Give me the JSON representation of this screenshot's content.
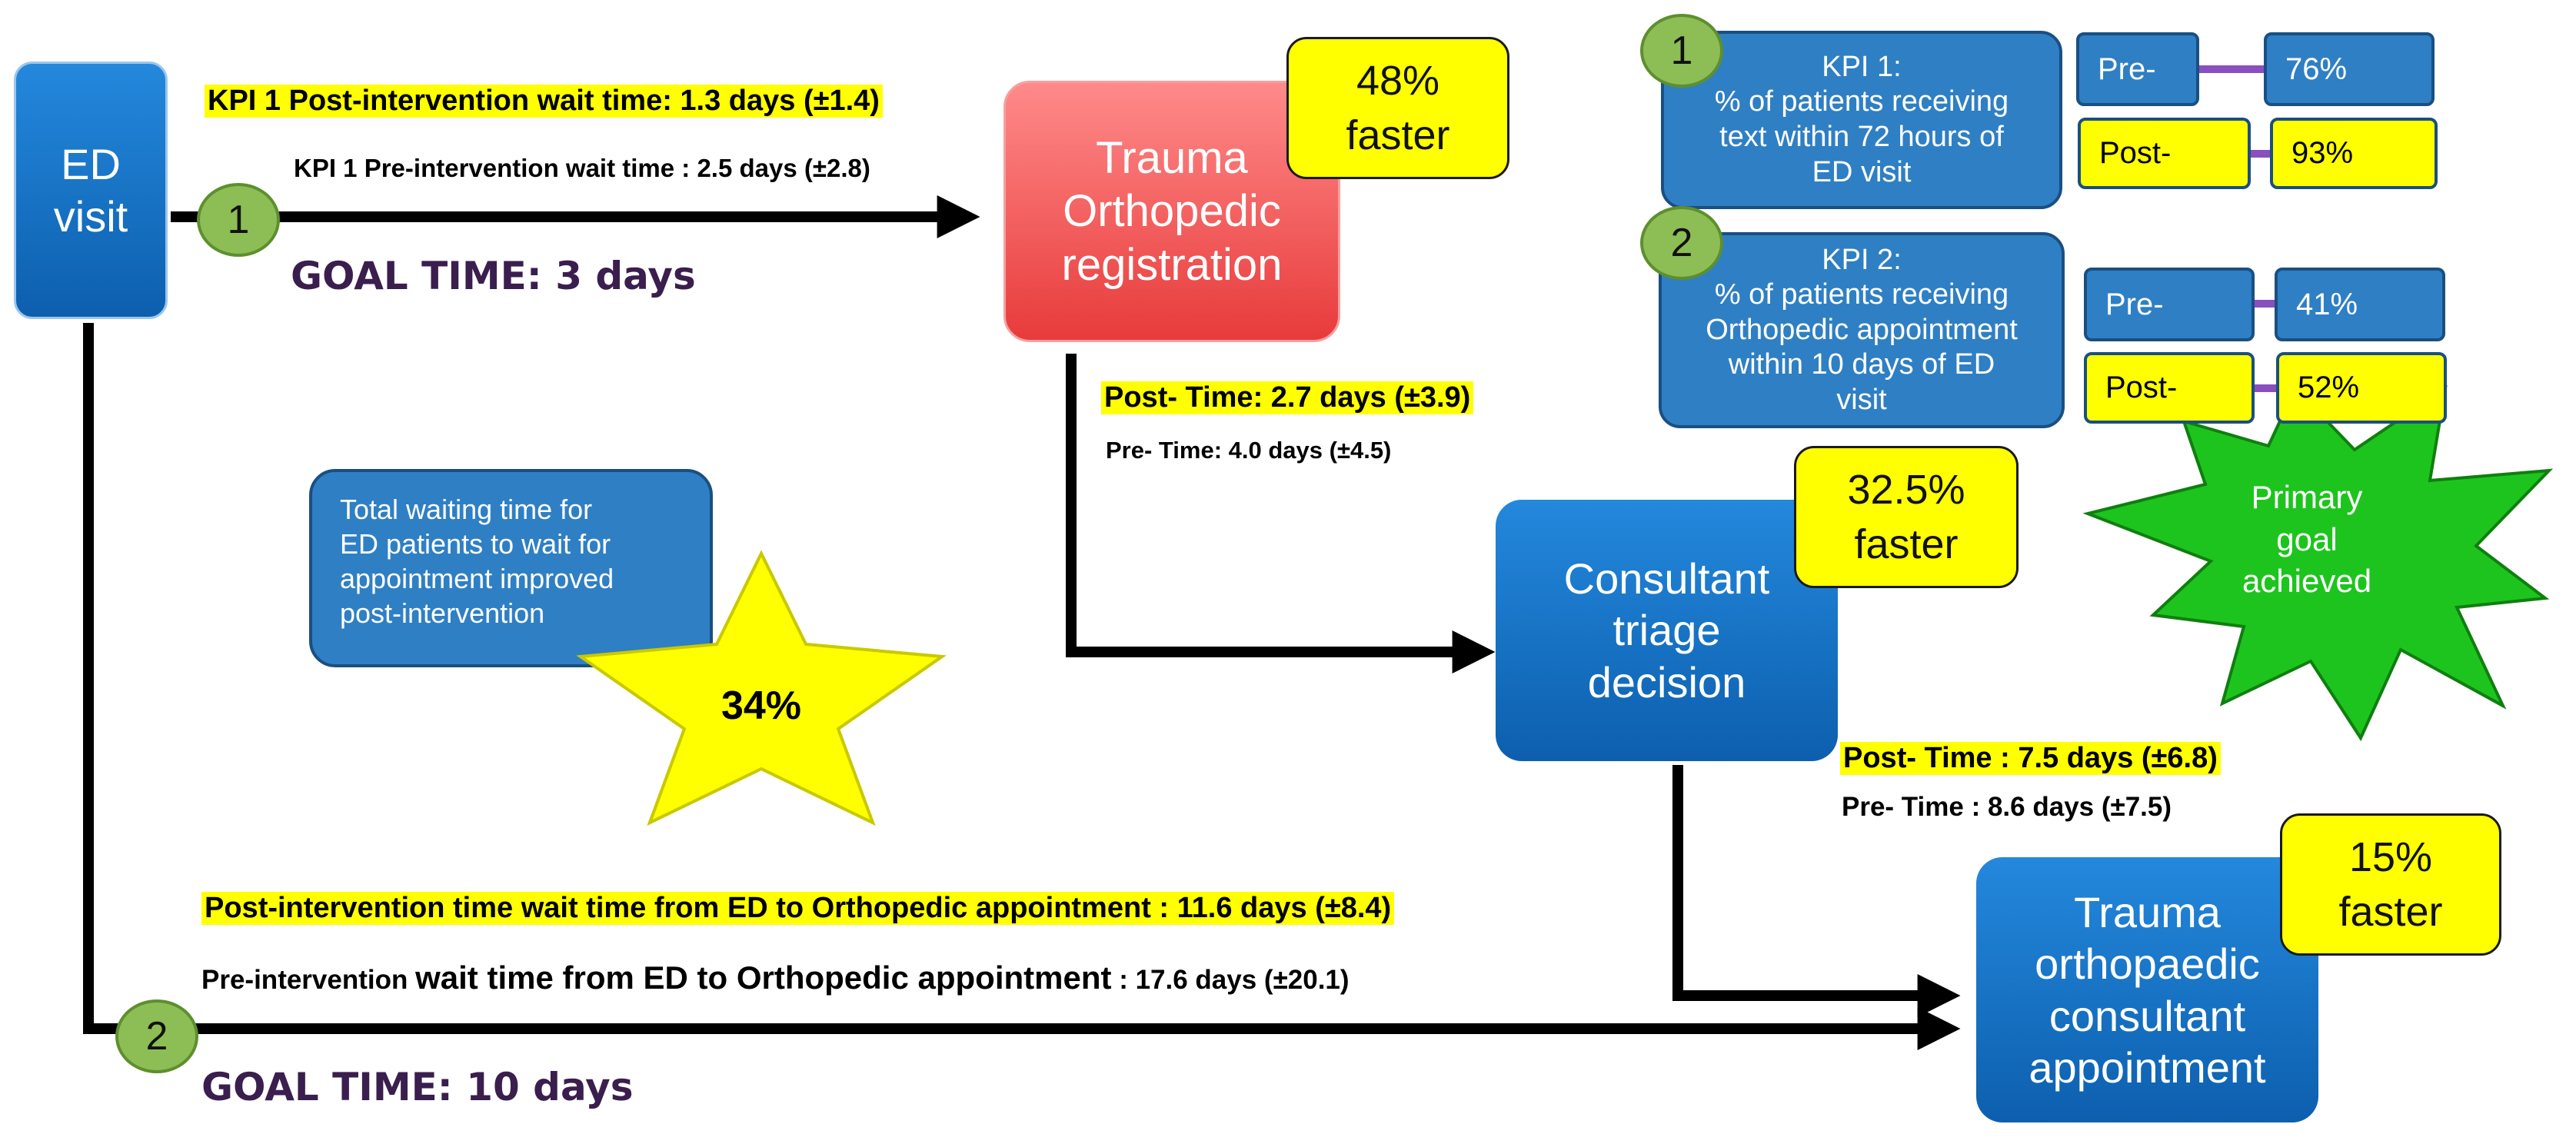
{
  "nodes": {
    "ed_visit": "ED\nvisit",
    "trauma_registration": "Trauma\nOrthopedic\nregistration",
    "consultant_triage": "Consultant\ntriage\ndecision",
    "consultant_appointment": "Trauma\northopaedic\nconsultant\nappointment"
  },
  "faster_notes": {
    "registration": "48%\nfaster",
    "triage": "32.5%\nfaster",
    "appointment": "15%\nfaster"
  },
  "labels": {
    "kpi1_post": "KPI 1 Post-intervention wait time: 1.3 days (±1.4)",
    "kpi1_pre": "KPI 1 Pre-intervention  wait time : 2.5 days (±2.8)",
    "goal1": "GOAL TIME: 3 days",
    "reg_post": "Post- Time: 2.7 days (±3.9)",
    "reg_pre": "Pre- Time: 4.0 days (±4.5)",
    "triage_post": "Post- Time : 7.5 days (±6.8)",
    "triage_pre": "Pre- Time : 8.6 days (±7.5)",
    "total_post": "Post-intervention time wait time from ED to Orthopedic appointment : 11.6 days (±8.4)",
    "total_pre_a": "Pre-intervention ",
    "total_pre_b": "wait time from ED to Orthopedic appointment",
    "total_pre_c": " : 17.6 days (±20.1)",
    "goal2": "GOAL TIME: 10 days"
  },
  "circles": {
    "c1": "1",
    "c2": "2",
    "k1": "1",
    "k2": "2"
  },
  "kpi_panel": {
    "kpi1": {
      "text": "KPI 1:\n% of patients receiving\ntext within 72 hours of\nED visit",
      "pre_label": "Pre-",
      "pre_value": "76%",
      "post_label": "Post-",
      "post_value": "93%"
    },
    "kpi2": {
      "text": "KPI 2:\n% of patients receiving\nOrthopedic appointment\nwithin 10 days of ED\nvisit",
      "pre_label": "Pre-",
      "pre_value": "41%",
      "post_label": "Post-",
      "post_value": "52%"
    }
  },
  "note": {
    "text": "Total waiting time for\nED patients to wait for\nappointment improved\npost-intervention",
    "star_value": "34%"
  },
  "burst": "Primary\ngoal\nachieved",
  "colors": {
    "blue_node": "#1a7ad0",
    "red_node": "#ff6b6b",
    "highlight": "#ffff00",
    "goal_text": "#3a1e4e",
    "circle_green": "#8dbd55",
    "kpi_blue": "#2f7fc4",
    "burst_green": "#1ec41e"
  }
}
